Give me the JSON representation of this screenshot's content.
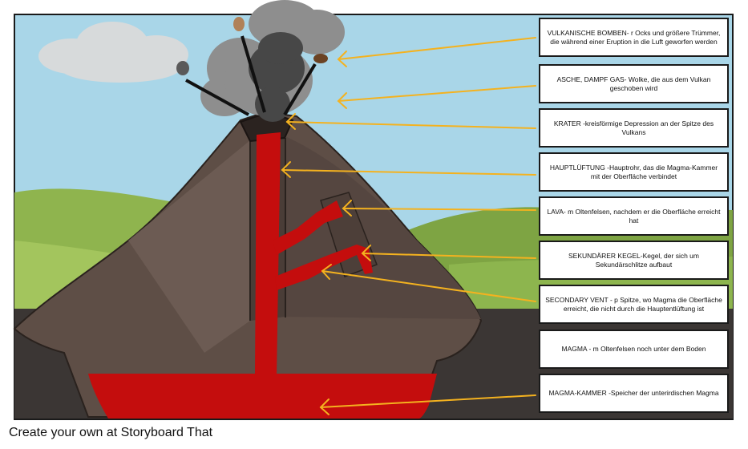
{
  "labels": [
    "VULKANISCHE BOMBEN- r Ocks und größere Trümmer, die während einer Eruption in die Luft geworfen werden",
    "ASCHE, DAMPF GAS- Wolke, die aus dem Vulkan geschoben wird",
    "KRATER -kreisförmige Depression an der Spitze des Vulkans",
    "HAUPTLÜFTUNG -Hauptrohr, das die Magma-Kammer mit der Oberfläche verbindet",
    "LAVA- m Oltenfelsen, nachdem er die Oberfläche erreicht hat",
    "SEKUNDÄRER KEGEL-Kegel, der sich um Sekundärschlitze aufbaut",
    "SECONDARY VENT - p Spitze, wo Magma die Oberfläche erreicht, die nicht durch die Hauptentlüftung ist",
    "MAGMA - m Oltenfelsen noch unter dem Boden",
    "MAGMA-KAMMER -Speicher der unterirdischen Magma"
  ],
  "footer": "Create your own at Storyboard That",
  "colors": {
    "sky": "#a9d6e8",
    "lava": "#c40d0d",
    "rock": "#5e4e46",
    "ground": "#3b3634",
    "arrow": "#f4b21f",
    "smoke": "#8e8e8e"
  }
}
